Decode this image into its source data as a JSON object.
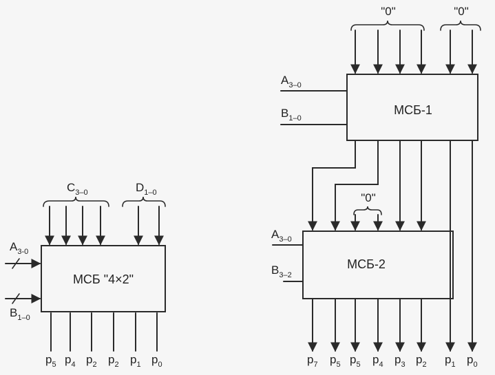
{
  "left": {
    "block": {
      "name": "МСБ \"4×2\""
    },
    "brace_c": {
      "label": "C",
      "sub": "3–0"
    },
    "brace_d": {
      "label": "D",
      "sub": "1–0"
    },
    "input_a": {
      "label": "A",
      "sub": "3-0"
    },
    "input_b": {
      "label": "B",
      "sub": "1–0"
    },
    "outputs": [
      {
        "label": "p",
        "sub": "5"
      },
      {
        "label": "p",
        "sub": "4"
      },
      {
        "label": "p",
        "sub": "2"
      },
      {
        "label": "p",
        "sub": "2"
      },
      {
        "label": "p",
        "sub": "1"
      },
      {
        "label": "p",
        "sub": "0"
      }
    ]
  },
  "right": {
    "block1": {
      "name": "МСБ-1"
    },
    "block2": {
      "name": "МСБ-2"
    },
    "zero_top_left": "\"0\"",
    "zero_top_right": "\"0\"",
    "zero_middle": "\"0\"",
    "b1_a": {
      "label": "A",
      "sub": "3–0"
    },
    "b1_b": {
      "label": "B",
      "sub": "1–0"
    },
    "b2_a": {
      "label": "A",
      "sub": "3–0"
    },
    "b2_b": {
      "label": "B",
      "sub": "3–2"
    },
    "outputs": [
      {
        "label": "p",
        "sub": "7"
      },
      {
        "label": "p",
        "sub": "5"
      },
      {
        "label": "p",
        "sub": "5"
      },
      {
        "label": "p",
        "sub": "4"
      },
      {
        "label": "p",
        "sub": "3"
      },
      {
        "label": "p",
        "sub": "2"
      },
      {
        "label": "p",
        "sub": "1"
      },
      {
        "label": "p",
        "sub": "0"
      }
    ]
  }
}
